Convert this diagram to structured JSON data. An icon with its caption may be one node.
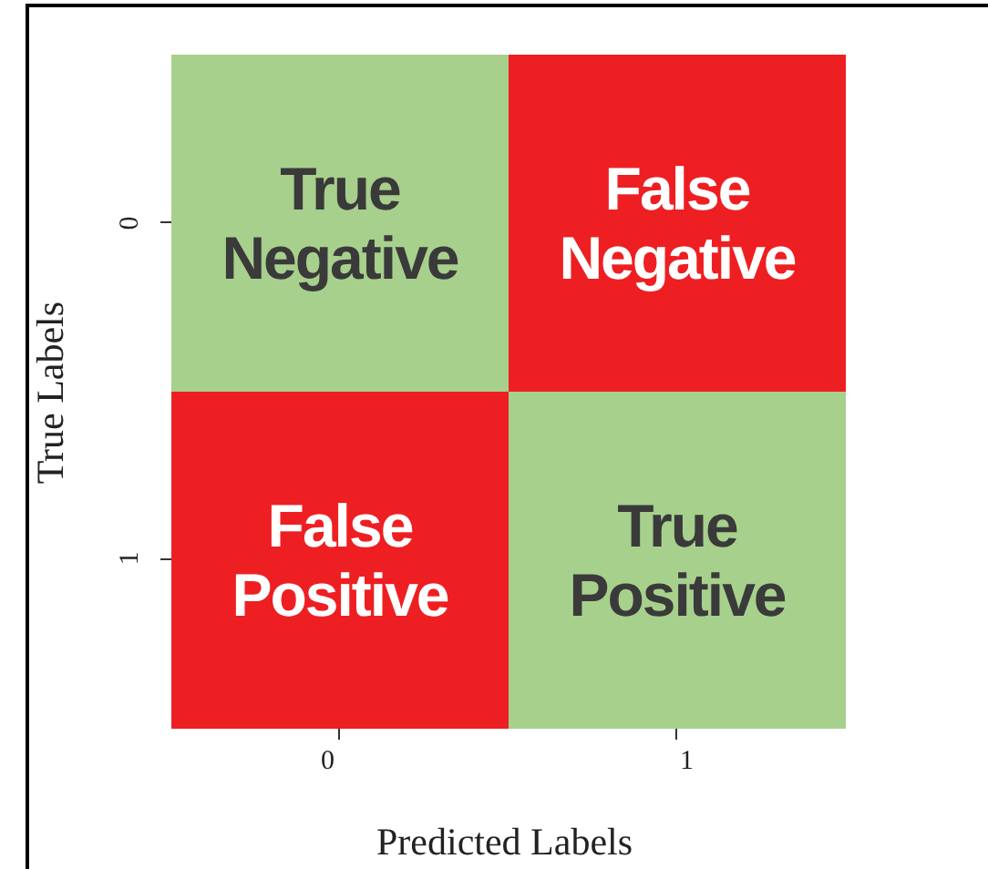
{
  "diagram": {
    "nodes": [
      {
        "text": [
          "True Negative"
        ]
      },
      {
        "text": [
          "False Negative"
        ]
      },
      {
        "text": [
          "False Positive"
        ]
      },
      {
        "text": [
          "True Positive"
        ]
      }
    ],
    "labels": [
      "0",
      "True Labels",
      "1",
      "0",
      "1",
      "Predicted Labels"
    ]
  }
}
